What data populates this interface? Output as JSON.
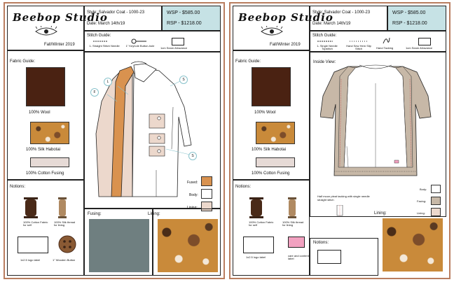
{
  "sheet1": {
    "brand": "Beebop Studio",
    "season": "Fall/Winter 2019",
    "style": "Style: Salvador Coat - 1000-23",
    "date": "Date: March 14th/19",
    "wsp": "WSP - $585.00",
    "rsp": "RSP - $1218.00",
    "stitch_guide_title": "Stitch Guide:",
    "stitch_guide": [
      "1- Straight Stitch Needle",
      "1\" Keyhole Button-hole",
      "1cm Seam Allowance"
    ],
    "fabric_guide_title": "Fabric Guide:",
    "fabrics": [
      "100% Wool",
      "100% Silk Habotai",
      "100% Cotton Fusing"
    ],
    "notions_title": "Notions:",
    "notions": [
      "100% Cotton Fabric for self",
      "100% Silk thread for lining",
      "1x2.5 logo label",
      "1\" Wooden Button"
    ],
    "callouts": [
      "L",
      "S",
      "F",
      "S"
    ],
    "legend": [
      "Fused:",
      "Body:",
      "Lining:"
    ],
    "fusing_label": "Fusing:",
    "lining_label": "Lining:"
  },
  "sheet2": {
    "brand": "Beebop Studio",
    "season": "Fall/Winter 2019",
    "style": "Style: Salvador Coat - 1000-23",
    "date": "Date: March 14th/19",
    "wsp": "WSP - $585.00",
    "rsp": "RSP - $1218.00",
    "stitch_guide_title": "Stitch Guide:",
    "stitch_guide": [
      "1- Single Needle Topstitch",
      "Hand Sew Hem Slip Stitch",
      "Hand Tacking",
      "1cm Seam Allowance"
    ],
    "fabric_guide_title": "Fabric Guide:",
    "fabrics": [
      "100% Wool",
      "100% Silk Habotai",
      "100% Cotton Fusing"
    ],
    "notions_title": "Notions:",
    "notions": [
      "100% Cotton Fabric for self",
      "100% Silk thread for lining",
      "1x2.5 logo label",
      "care and content label"
    ],
    "inside_view_label": "Inside View:",
    "pleat_note": "Half moon pleat tacking with single needle straight stitch",
    "legend": [
      "Body:",
      "Facing:",
      "Lining:"
    ],
    "lining_label": "Lining:",
    "notions_bottom_label": "Notions:"
  },
  "colors": {
    "border": "#b97d5f",
    "price_bg": "#c6e2e5",
    "wool": "#4a2212",
    "camel": "#d9924f",
    "fusing": "#e6dad6",
    "fusing_panel": "#6f7f80",
    "facing": "#c7b8a7",
    "lining": "#ecd8cc",
    "care_label": "#f2a1c0"
  }
}
